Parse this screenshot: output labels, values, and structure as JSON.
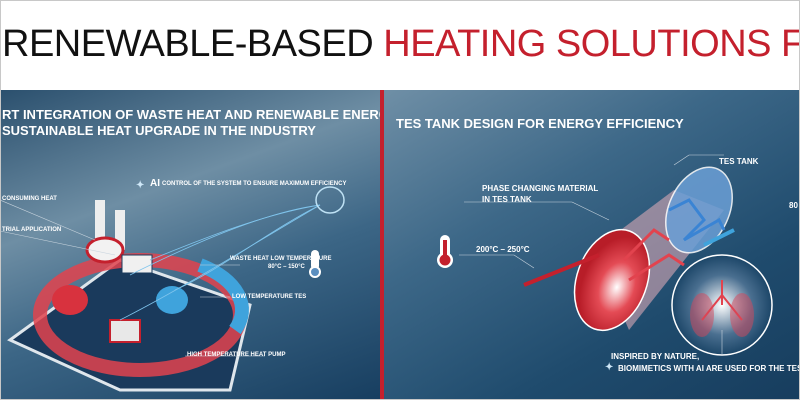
{
  "header": {
    "title_dark": "RENEWABLE-BASED",
    "title_red": "HEATING SOLUTIONS FOR IN"
  },
  "left_panel": {
    "title_line1": "RT INTEGRATION OF WASTE HEAT AND RENEWABLE ENERGY",
    "title_line2": "SUSTAINABLE HEAT UPGRADE IN THE INDUSTRY",
    "ai_badge": "AI",
    "ai_label": "CONTROL OF THE SYSTEM TO ENSURE MAXIMUM EFFICIENCY",
    "label_consuming": "CONSUMING HEAT",
    "label_industrial": "TRIAL APPLICATION",
    "label_waste_heat": "WASTE HEAT LOW TEMPERATURE",
    "label_waste_temp": "80°C – 150°C",
    "label_low_tes": "LOW TEMPERATURE TES",
    "label_heat_pump": "HIGH TEMPERATURE HEAT PUMP"
  },
  "right_panel": {
    "title": "TES TANK DESIGN FOR ENERGY EFFICIENCY",
    "label_tes_tank": "TES TANK",
    "label_pcm_1": "PHASE CHANGING MATERIAL",
    "label_pcm_2": "IN TES TANK",
    "label_temp": "200°C – 250°C",
    "label_80": "80",
    "label_nature_1": "INSPIRED BY NATURE,",
    "label_nature_2": "BIOMIMETICS WITH AI ARE USED FOR THE TES"
  },
  "colors": {
    "red": "#c4202d",
    "blue_dark": "#173e60",
    "blue_light": "#3fa3dc"
  }
}
